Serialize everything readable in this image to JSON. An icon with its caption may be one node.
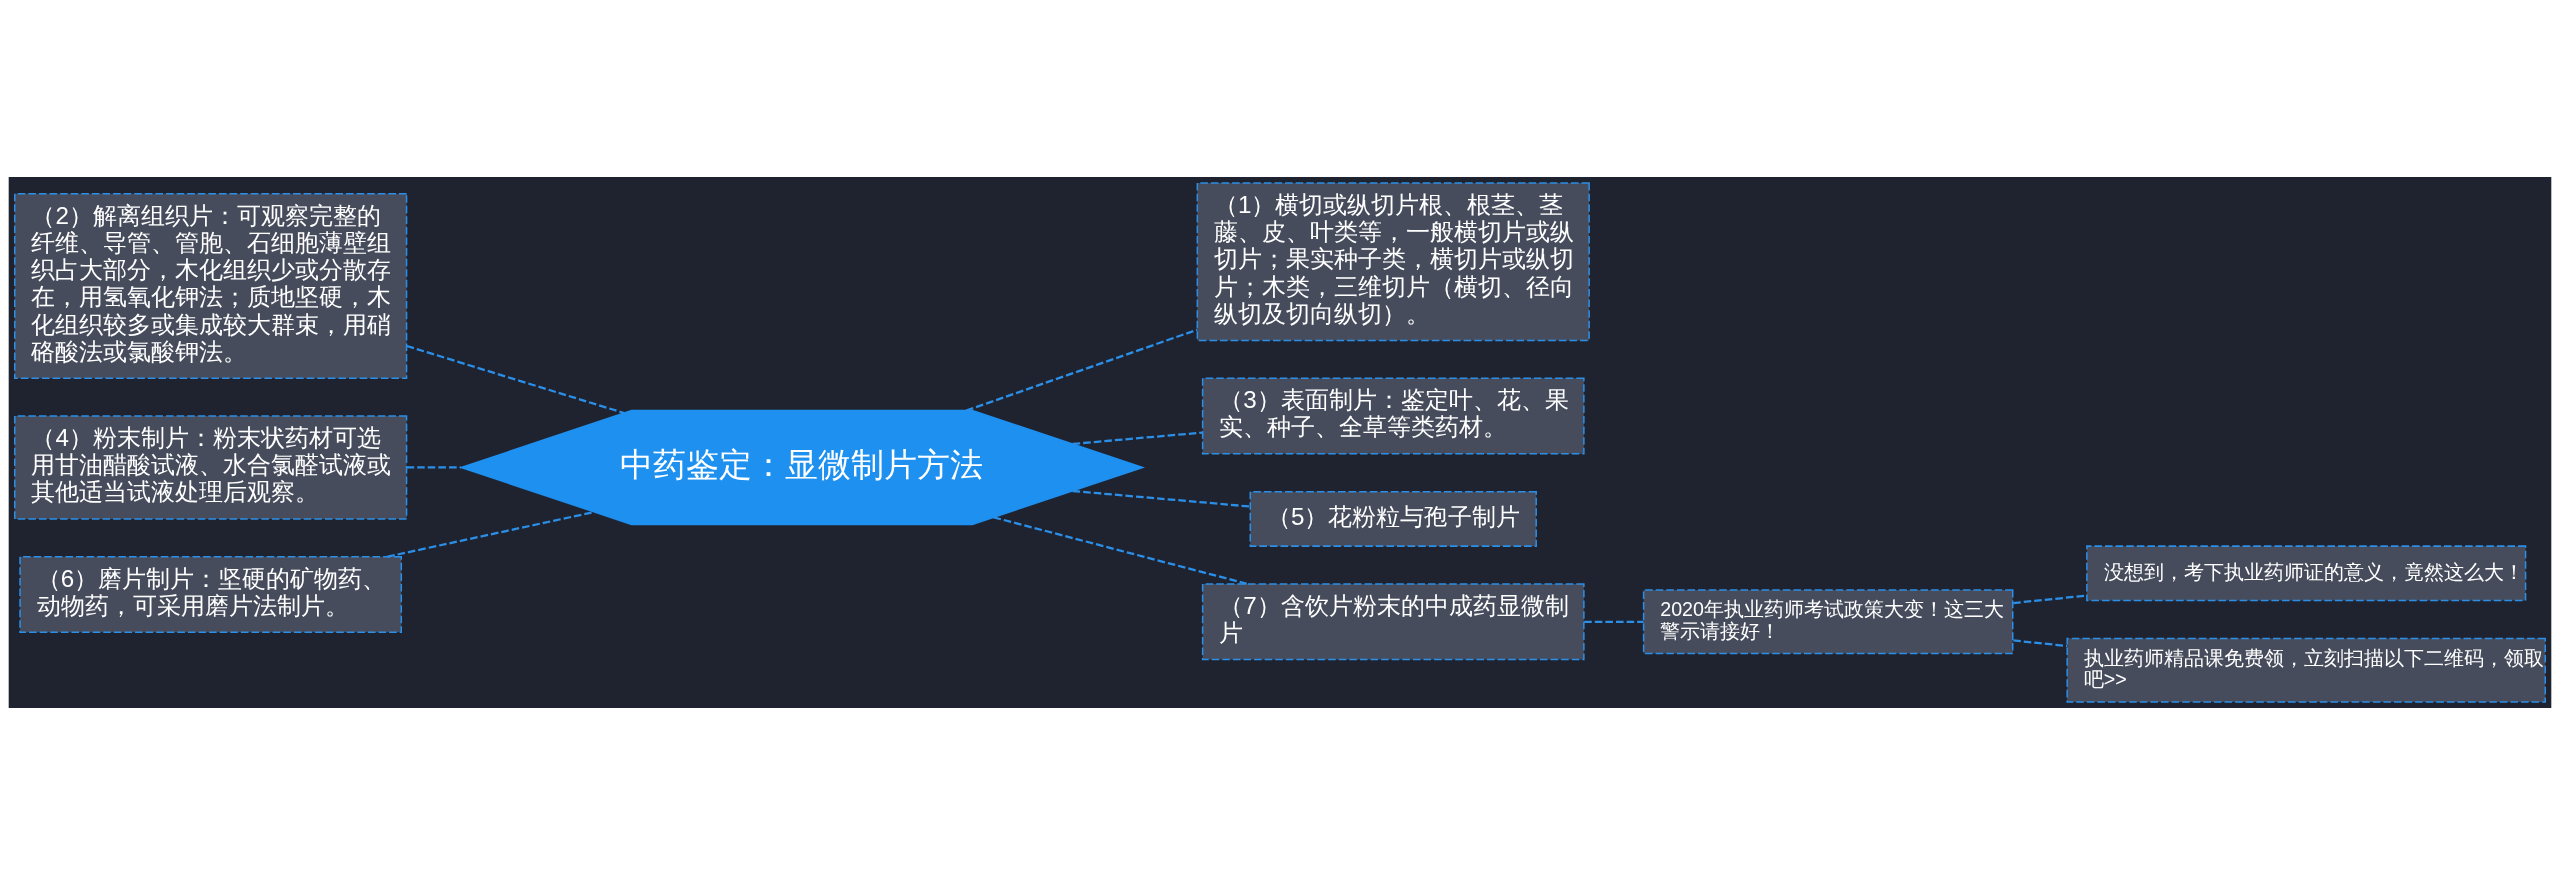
{
  "diagram": {
    "nodes": [
      {
        "text": [
          "中药鉴定：显微制片方法"
        ]
      },
      {
        "text": [
          "（2）解离组织片：可观察完整的纤维、导管、管胞、石细胞薄壁组织占大部分，木化组织少或分散存在，用氢氧化钾法；质地坚硬，木化组织较多或集成较大群束，用硝硌酸法或氯酸钾法。"
        ]
      },
      {
        "text": [
          "（4）粉末制片：粉末状药材可选用甘油醋酸试液、水合氯醛试液或其他适当试液处理后观察。"
        ]
      },
      {
        "text": [
          "（6）磨片制片：坚硬的矿物药、动物药，可采用磨片法制片。"
        ]
      },
      {
        "text": [
          "（1）横切或纵切片根、根茎、茎藤、皮、叶类等，一般横切片或纵切片；果实种子类，横切片或纵切片；木类，三维切片（横切、径向纵切及切向纵切）。"
        ]
      },
      {
        "text": [
          "（3）表面制片：鉴定叶、花、果实、种子、全草等类药材。"
        ]
      },
      {
        "text": [
          "（5）花粉粒与孢子制片"
        ]
      },
      {
        "text": [
          "（7）含饮片粉末的中成药显微制片"
        ]
      },
      {
        "text": [
          "2020年执业药师考试政策大变！这三大警示请接好！"
        ]
      },
      {
        "text": [
          "没想到，考下执业药师证的意义，竟然这么大！"
        ]
      },
      {
        "text": [
          "执业药师精品课免费领，立刻扫描以下二维码，领取吧>>"
        ]
      }
    ],
    "edges": [
      {
        "from": 0,
        "to": 1,
        "arrow": "none",
        "style": "dashed"
      },
      {
        "from": 0,
        "to": 2,
        "arrow": "none",
        "style": "dashed"
      },
      {
        "from": 0,
        "to": 3,
        "arrow": "none",
        "style": "dashed"
      },
      {
        "from": 0,
        "to": 4,
        "arrow": "none",
        "style": "dashed"
      },
      {
        "from": 0,
        "to": 5,
        "arrow": "none",
        "style": "dashed"
      },
      {
        "from": 0,
        "to": 6,
        "arrow": "none",
        "style": "dashed"
      },
      {
        "from": 0,
        "to": 7,
        "arrow": "none",
        "style": "dashed"
      },
      {
        "from": 7,
        "to": 8,
        "arrow": "none",
        "style": "dashed"
      },
      {
        "from": 8,
        "to": 9,
        "arrow": "none",
        "style": "dashed"
      },
      {
        "from": 8,
        "to": 10,
        "arrow": "none",
        "style": "dashed"
      }
    ]
  }
}
